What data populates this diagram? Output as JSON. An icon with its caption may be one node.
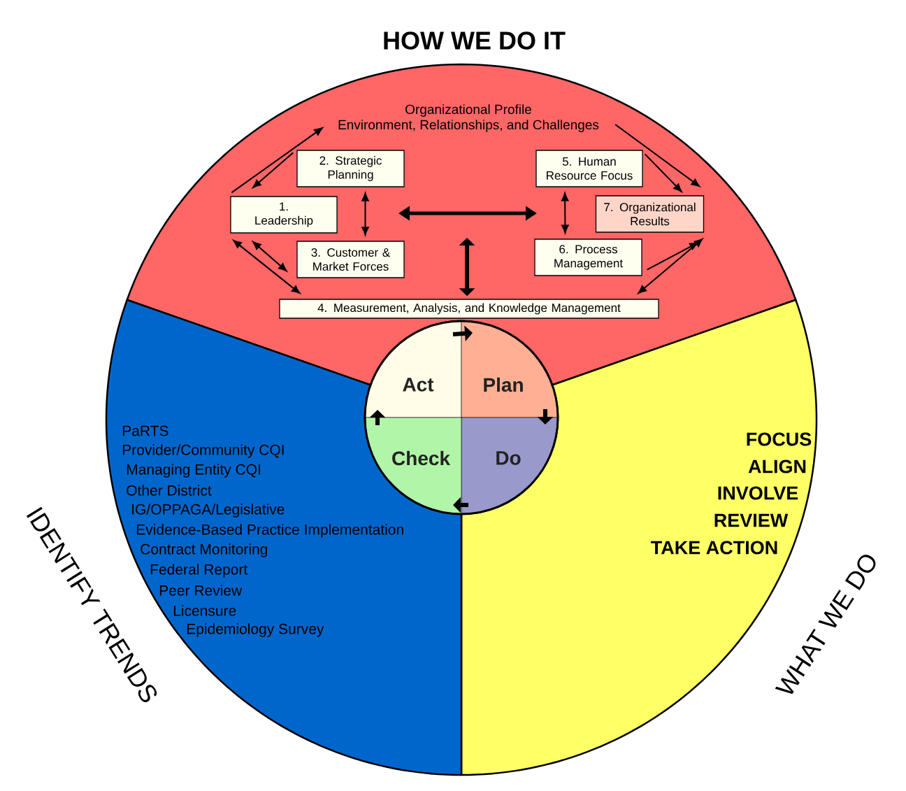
{
  "diagram": {
    "nodes": [
      {
        "text": [
          "HOW WE DO IT"
        ]
      },
      {
        "text": [
          "Organizational Profile",
          "Environment, Relationships, and Challenges"
        ],
        "in": 0
      },
      {
        "text": [
          "1. Leadership"
        ],
        "in": 0
      },
      {
        "text": [
          "2. Strategic Planning"
        ],
        "in": 0
      },
      {
        "text": [
          "3. Customer & Market Forces"
        ],
        "in": 0
      },
      {
        "text": [
          "4. Measurement, Analysis, and Knowledge Management"
        ],
        "in": 0
      },
      {
        "text": [
          "5. Human Resource Focus"
        ],
        "in": 0
      },
      {
        "text": [
          "6. Process Management"
        ],
        "in": 0
      },
      {
        "text": [
          "7. Organizational Results"
        ],
        "in": 0
      },
      {
        "text": [
          "WHAT WE DO",
          "FOCUS",
          "ALIGN",
          "INVOLVE",
          "REVIEW",
          "TAKE ACTION"
        ]
      },
      {
        "text": [
          "IDENTIFY TRENDS",
          "PaRTS",
          "Provider/Community CQI",
          "Managing Entity CQI",
          "Other District",
          "IG/OPPAGA/Legislative",
          "Evidence-Based Practice Implementation",
          "Contract Monitoring",
          "Federal Report",
          "Peer Review",
          "Licensure",
          "Epidemiology Survey"
        ]
      },
      {
        "text": [
          "Act"
        ]
      },
      {
        "text": [
          "Plan"
        ]
      },
      {
        "text": [
          "Do"
        ]
      },
      {
        "text": [
          "Check"
        ]
      }
    ],
    "edges": [
      {
        "from": 2,
        "to": 1,
        "arrow": "to"
      },
      {
        "from": 3,
        "to": 2,
        "arrow": "to"
      },
      {
        "from": 1,
        "to": 8,
        "arrow": "to"
      },
      {
        "from": 6,
        "to": 8,
        "arrow": "to"
      },
      {
        "from": 2,
        "to": 5,
        "arrow": "both"
      },
      {
        "from": 4,
        "to": 2,
        "arrow": "both"
      },
      {
        "from": 3,
        "to": 4,
        "arrow": "both"
      },
      {
        "from": 6,
        "to": 7,
        "arrow": "both"
      },
      {
        "from": 7,
        "to": 8,
        "arrow": "to"
      },
      {
        "from": 5,
        "to": 8,
        "arrow": "both"
      },
      {
        "from": null,
        "to": 5,
        "arrow": "both",
        "style": "thick"
      },
      {
        "from": 11,
        "to": 12,
        "arrow": "to",
        "style": "thick"
      },
      {
        "from": 12,
        "to": 13,
        "arrow": "to",
        "style": "thick"
      },
      {
        "from": 13,
        "to": 14,
        "arrow": "to",
        "style": "thick"
      },
      {
        "from": 14,
        "to": 11,
        "arrow": "to",
        "style": "thick"
      }
    ]
  }
}
